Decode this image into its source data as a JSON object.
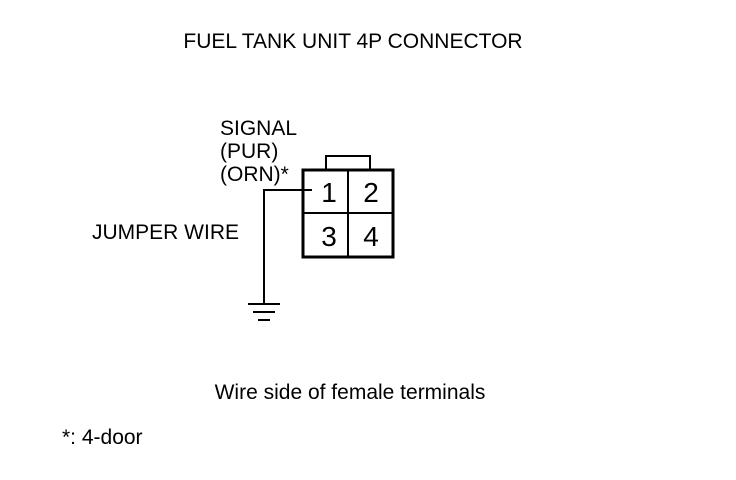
{
  "diagram": {
    "title": "FUEL TANK UNIT 4P CONNECTOR",
    "signal_label": {
      "line1": "SIGNAL",
      "line2": "(PUR)",
      "line3": "(ORN)*"
    },
    "jumper_label": "JUMPER WIRE",
    "pins": [
      "1",
      "2",
      "3",
      "4"
    ],
    "caption": "Wire side of female terminals",
    "footnote": "*: 4-door"
  }
}
